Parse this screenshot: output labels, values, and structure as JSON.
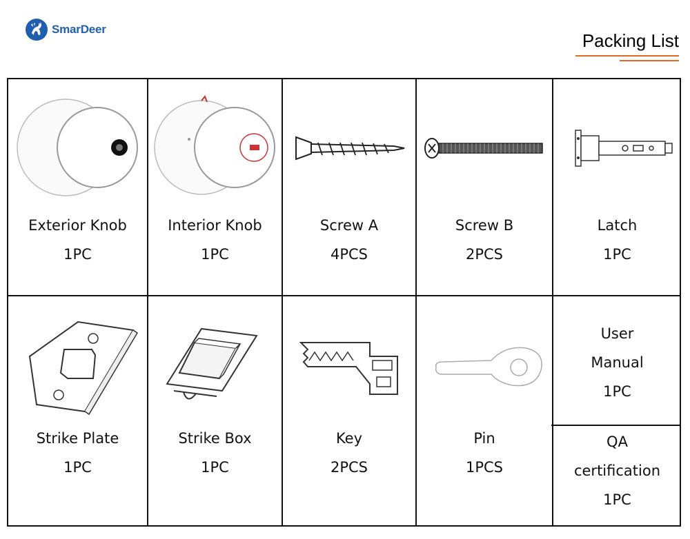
{
  "brand": {
    "name": "SmarDeer",
    "accent": "#1f5fae"
  },
  "header": {
    "title": "Packing List",
    "underline_color": "#e06a1f"
  },
  "items": [
    {
      "name": "Exterior Knob",
      "qty": "1PC",
      "icon": "exterior-knob-icon"
    },
    {
      "name": "Interior Knob",
      "qty": "1PC",
      "icon": "interior-knob-icon"
    },
    {
      "name": "Screw A",
      "qty": "4PCS",
      "icon": "screw-a-icon"
    },
    {
      "name": "Screw B",
      "qty": "2PCS",
      "icon": "screw-b-icon"
    },
    {
      "name": "Latch",
      "qty": "1PC",
      "icon": "latch-icon"
    },
    {
      "name": "Strike Plate",
      "qty": "1PC",
      "icon": "strike-plate-icon"
    },
    {
      "name": "Strike Box",
      "qty": "1PC",
      "icon": "strike-box-icon"
    },
    {
      "name": "Key",
      "qty": "2PCS",
      "icon": "key-icon"
    },
    {
      "name": "Pin",
      "qty": "1PCS",
      "icon": "pin-icon"
    }
  ],
  "user_manual": {
    "line1": "User",
    "line2": "Manual",
    "qty": "1PC"
  },
  "qa": {
    "line1": "QA",
    "line2": "certification",
    "qty": "1PC"
  }
}
